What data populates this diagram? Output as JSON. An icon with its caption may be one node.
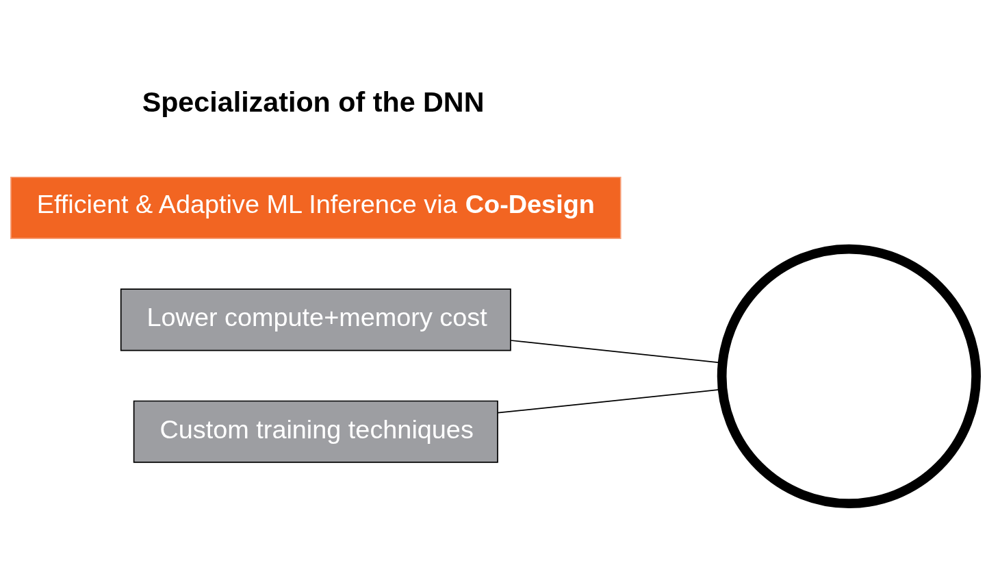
{
  "diagram": {
    "nodes": [
      {
        "text": [
          "Lower compute+memory cost"
        ]
      },
      {
        "text": [],
        "shape": "circle"
      },
      {
        "text": [
          "Efficient & Adaptive ML Inference via **Co-Design**"
        ]
      },
      {
        "text": [
          "Custom training techniques"
        ]
      }
    ],
    "edges": [
      {
        "from": 0,
        "to": 1,
        "arrow": "none"
      },
      {
        "from": 3,
        "to": 1,
        "arrow": "none"
      }
    ],
    "labels": [
      "Specialization of the DNN"
    ]
  }
}
